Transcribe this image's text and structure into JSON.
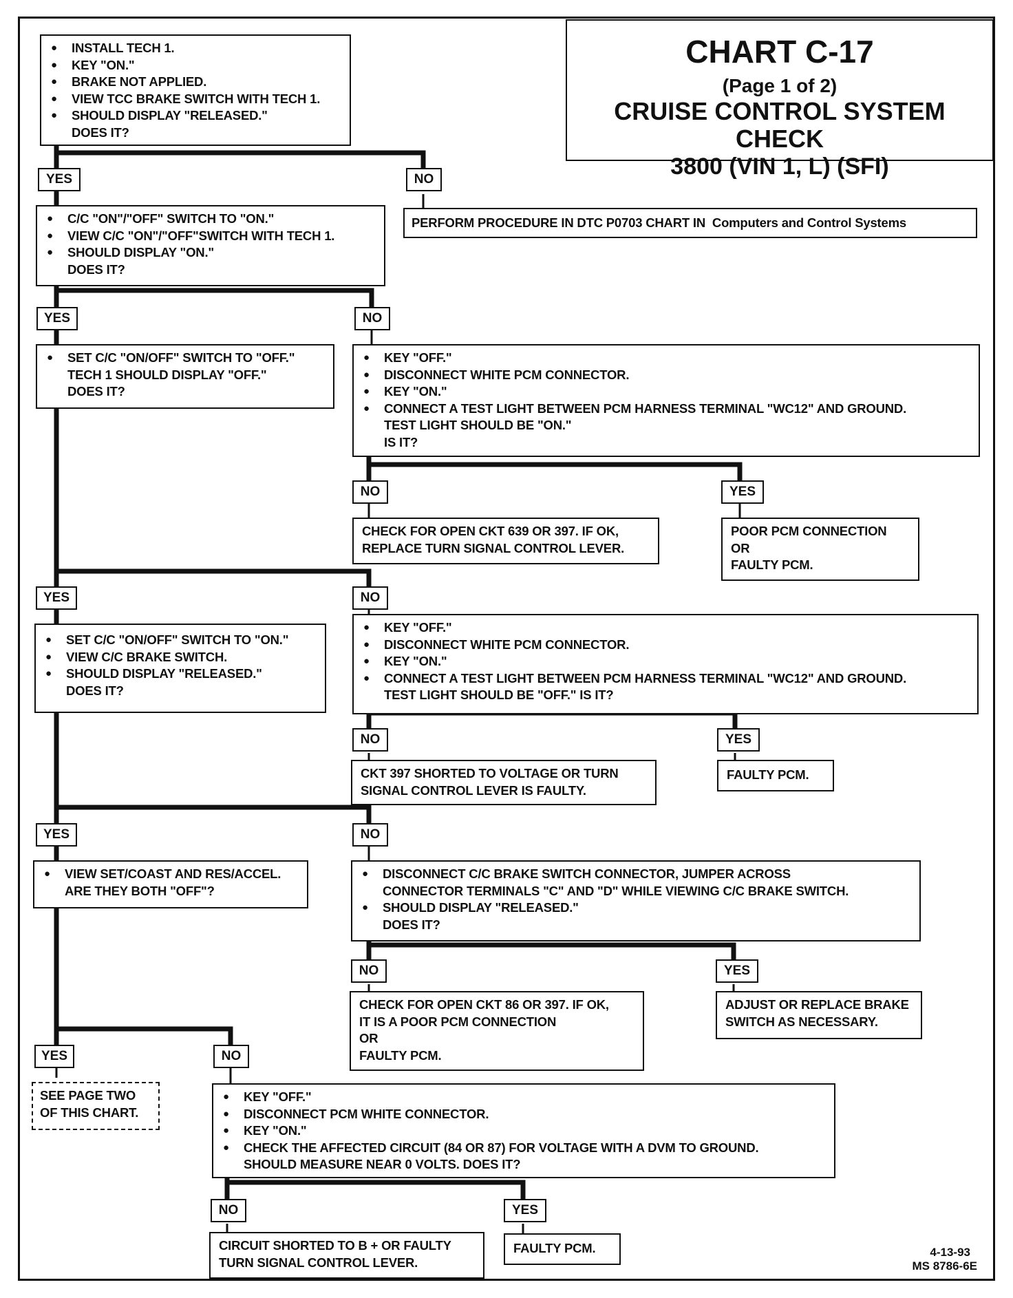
{
  "title": {
    "chart": "CHART C-17",
    "page": "(Page 1 of 2)",
    "name": "CRUISE CONTROL SYSTEM CHECK",
    "engine": "3800  (VIN 1, L)  (SFI)"
  },
  "labels": {
    "yes": "YES",
    "no": "NO"
  },
  "steps": {
    "s1": [
      "INSTALL TECH 1.",
      "KEY \"ON.\"",
      "BRAKE NOT APPLIED.",
      "VIEW TCC BRAKE SWITCH WITH TECH 1.",
      "SHOULD DISPLAY \"RELEASED.\""
    ],
    "s1_q": "DOES IT?",
    "s1_no": "PERFORM PROCEDURE IN DTC P0703 CHART IN",
    "s1_no_ref": "Computers and Control Systems",
    "s2": [
      "C/C \"ON\"/\"OFF\" SWITCH TO \"ON.\"",
      "VIEW C/C \"ON\"/\"OFF\"SWITCH WITH TECH 1.",
      "SHOULD DISPLAY \"ON.\""
    ],
    "s2_q": "DOES IT?",
    "s3": [
      "SET C/C \"ON/OFF\" SWITCH TO \"OFF.\""
    ],
    "s3_cont": [
      "TECH 1 SHOULD DISPLAY \"OFF.\"",
      "DOES IT?"
    ],
    "s2n": [
      "KEY \"OFF.\"",
      "DISCONNECT WHITE PCM CONNECTOR.",
      "KEY \"ON.\"",
      "CONNECT A TEST LIGHT BETWEEN PCM HARNESS TERMINAL \"WC12\" AND GROUND."
    ],
    "s2n_cont": [
      "TEST LIGHT SHOULD BE \"ON.\"",
      "IS IT?"
    ],
    "s2n_no": [
      "CHECK FOR OPEN CKT 639 OR 397.  IF OK,",
      "REPLACE TURN SIGNAL CONTROL LEVER."
    ],
    "s2n_yes": [
      "POOR PCM CONNECTION",
      "OR",
      "FAULTY PCM."
    ],
    "s4": [
      "SET C/C \"ON/OFF\" SWITCH TO \"ON.\"",
      "VIEW C/C BRAKE SWITCH.",
      "SHOULD DISPLAY \"RELEASED.\""
    ],
    "s4_q": "DOES IT?",
    "s3n": [
      "KEY \"OFF.\"",
      "DISCONNECT WHITE PCM CONNECTOR.",
      "KEY \"ON.\"",
      "CONNECT A TEST LIGHT BETWEEN PCM HARNESS TERMINAL \"WC12\" AND GROUND."
    ],
    "s3n_cont": "TEST LIGHT SHOULD BE \"OFF.\"  IS IT?",
    "s3n_no": [
      "CKT 397 SHORTED TO VOLTAGE OR TURN",
      "SIGNAL CONTROL LEVER IS FAULTY."
    ],
    "s3n_yes": "FAULTY PCM.",
    "s5": [
      "VIEW SET/COAST AND RES/ACCEL."
    ],
    "s5_cont": "ARE THEY BOTH \"OFF\"?",
    "s4n": [
      "DISCONNECT C/C BRAKE SWITCH CONNECTOR, JUMPER ACROSS"
    ],
    "s4n_cont1": "CONNECTOR TERMINALS \"C\" AND \"D\" WHILE VIEWING C/C BRAKE SWITCH.",
    "s4n_b2": "SHOULD DISPLAY \"RELEASED.\"",
    "s4n_q": "DOES IT?",
    "s4n_no": [
      "CHECK FOR OPEN CKT 86 OR 397.  IF OK,",
      "IT IS A POOR PCM CONNECTION",
      "OR",
      "FAULTY PCM."
    ],
    "s4n_yes": [
      "ADJUST OR REPLACE BRAKE",
      "SWITCH AS NECESSARY."
    ],
    "s5_yes": [
      "SEE PAGE TWO",
      "OF THIS CHART."
    ],
    "s5n": [
      "KEY \"OFF.\"",
      "DISCONNECT PCM WHITE CONNECTOR.",
      "KEY \"ON.\"",
      "CHECK THE AFFECTED CIRCUIT (84 OR 87) FOR VOLTAGE WITH A DVM TO GROUND."
    ],
    "s5n_cont": "SHOULD MEASURE NEAR 0 VOLTS.  DOES IT?",
    "s5n_no": [
      "CIRCUIT SHORTED TO B + OR FAULTY",
      "TURN SIGNAL CONTROL LEVER."
    ],
    "s5n_yes": "FAULTY PCM."
  },
  "footer": {
    "date": "4-13-93",
    "code": "MS 8786-6E"
  }
}
